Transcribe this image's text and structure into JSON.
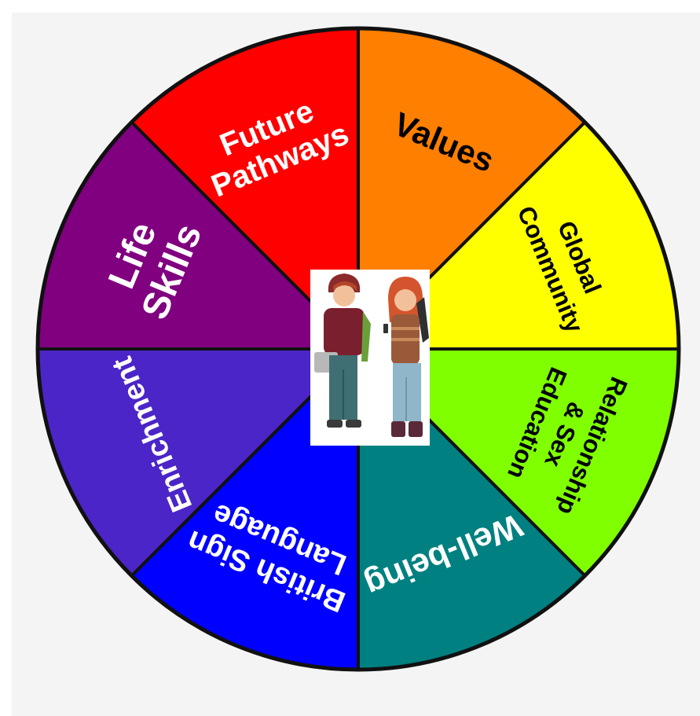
{
  "wheel": {
    "segments": [
      {
        "key": "future-pathways",
        "lines": [
          "Future",
          "Pathways"
        ],
        "color": "#ff0000",
        "text_color": "#ffffff"
      },
      {
        "key": "values",
        "lines": [
          "Values"
        ],
        "color": "#ff7f00",
        "text_color": "#000000"
      },
      {
        "key": "global-community",
        "lines": [
          "Global",
          "Community"
        ],
        "color": "#ffff00",
        "text_color": "#000000"
      },
      {
        "key": "relationship-sex-education",
        "lines": [
          "Relationship",
          "& Sex",
          "Education"
        ],
        "color": "#7fff00",
        "text_color": "#000000"
      },
      {
        "key": "well-being",
        "lines": [
          "Well-being"
        ],
        "color": "#008080",
        "text_color": "#ffffff"
      },
      {
        "key": "british-sign-language",
        "lines": [
          "British Sign",
          "Language"
        ],
        "color": "#0000ff",
        "text_color": "#ffffff"
      },
      {
        "key": "enrichment",
        "lines": [
          "Enrichment"
        ],
        "color": "#4b25c8",
        "text_color": "#ffffff"
      },
      {
        "key": "life-skills",
        "lines": [
          "Life",
          "Skills"
        ],
        "color": "#800080",
        "text_color": "#ffffff"
      }
    ],
    "center_image": "two-students-illustration"
  }
}
